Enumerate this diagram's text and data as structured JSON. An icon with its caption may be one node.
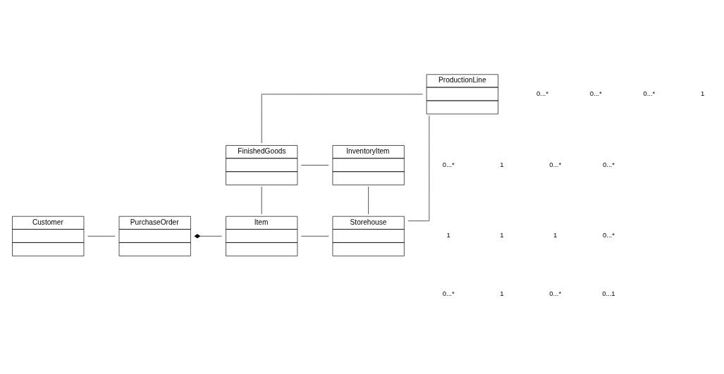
{
  "diagram": {
    "nodes": [
      {
        "text": [
          "ProductionLine"
        ]
      },
      {
        "text": [
          "FinishedGoods"
        ]
      },
      {
        "text": [
          "InventoryItem"
        ]
      },
      {
        "text": [
          "Customer"
        ]
      },
      {
        "text": [
          "PurchaseOrder"
        ]
      },
      {
        "text": [
          "Item"
        ]
      },
      {
        "text": [
          "Storehouse"
        ]
      }
    ],
    "edges": [
      {
        "from": 0,
        "to": 1,
        "arrow": "none"
      },
      {
        "from": 0,
        "to": 6,
        "arrow": "none"
      },
      {
        "from": 1,
        "to": 2,
        "arrow": "none"
      },
      {
        "from": 1,
        "to": 5,
        "arrow": "none"
      },
      {
        "from": 2,
        "to": 6,
        "arrow": "none"
      },
      {
        "from": 3,
        "to": 4,
        "arrow": "none"
      },
      {
        "from": 4,
        "to": 5,
        "arrow": "other"
      },
      {
        "from": 5,
        "to": 6,
        "arrow": "none"
      }
    ],
    "labels": [
      "0...*",
      "0...*",
      "0...*",
      "1",
      "0...*",
      "1",
      "0...*",
      "0...*",
      "1",
      "1",
      "1",
      "0...*",
      "0...*",
      "1",
      "0...*",
      "0...1"
    ]
  }
}
